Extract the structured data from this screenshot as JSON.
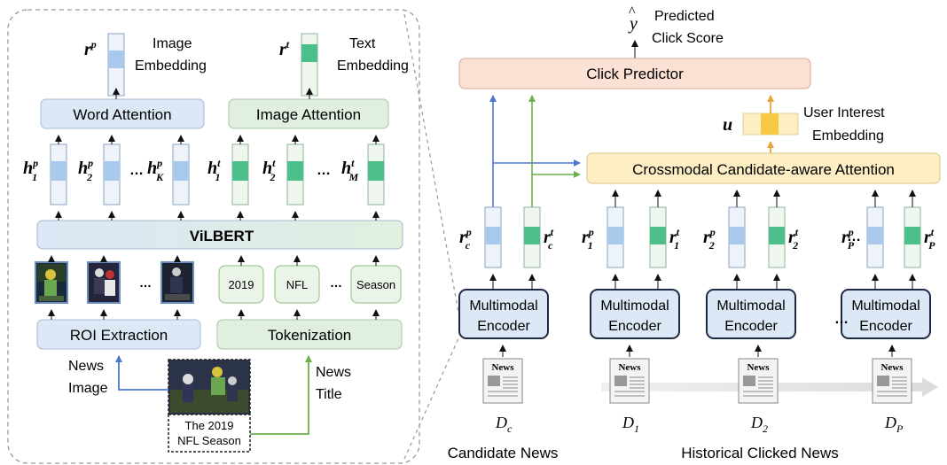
{
  "left_panel": {
    "rp": {
      "sym": "r",
      "sup": "p",
      "label_l1": "Image",
      "label_l2": "Embedding"
    },
    "rt": {
      "sym": "r",
      "sup": "t",
      "label_l1": "Text",
      "label_l2": "Embedding"
    },
    "word_attention": "Word Attention",
    "image_attention": "Image Attention",
    "hp": [
      {
        "sub": "1",
        "sup": "p"
      },
      {
        "sub": "2",
        "sup": "p"
      },
      {
        "sub": "K",
        "sup": "p"
      }
    ],
    "ht": [
      {
        "sub": "1",
        "sup": "t"
      },
      {
        "sub": "2",
        "sup": "t"
      },
      {
        "sub": "M",
        "sup": "t"
      }
    ],
    "h_sym": "h",
    "dots": "…",
    "vilbert": "ViLBERT",
    "tokens": [
      "2019",
      "NFL",
      "Season"
    ],
    "roi_extraction": "ROI Extraction",
    "tokenization": "Tokenization",
    "news_image_l1": "News",
    "news_image_l2": "Image",
    "news_title_l1": "News",
    "news_title_l2": "Title",
    "caption_l1": "The 2019",
    "caption_l2": "NFL Season"
  },
  "right_panel": {
    "yhat": "y",
    "predicted_l1": "Predicted",
    "predicted_l2": "Click Score",
    "click_predictor": "Click Predictor",
    "u_sym": "u",
    "user_interest_l1": "User Interest",
    "user_interest_l2": "Embedding",
    "crossmodal": "Crossmodal Candidate-aware Attention",
    "pairs": [
      {
        "p_sub": "c",
        "t_sub": "c"
      },
      {
        "p_sub": "1",
        "t_sub": "1"
      },
      {
        "p_sub": "2",
        "t_sub": "2"
      },
      {
        "p_sub": "P",
        "t_sub": "P"
      }
    ],
    "r_sym": "r",
    "dots": "…",
    "encoder_l1": "Multimodal",
    "encoder_l2": "Encoder",
    "news_icon": "News",
    "d_labels": [
      {
        "sym": "D",
        "sub": "c"
      },
      {
        "sym": "D",
        "sub": "1"
      },
      {
        "sym": "D",
        "sub": "2"
      },
      {
        "sym": "D",
        "sub": "P"
      }
    ],
    "candidate_news": "Candidate News",
    "historical_news": "Historical Clicked News"
  },
  "colors": {
    "blue_fill": "#dce8f5",
    "blue_vec": "#a9c9ec",
    "green_fill": "#e0efe0",
    "green_vec": "#4dbf8a",
    "orange_fill": "#fbe0d4",
    "yellow_fill": "#fdefc3",
    "yellow_vec": "#f7c843",
    "blue_arrow": "#4a78d0",
    "green_arrow": "#6ab04c",
    "orange_arrow": "#e8a33b"
  }
}
